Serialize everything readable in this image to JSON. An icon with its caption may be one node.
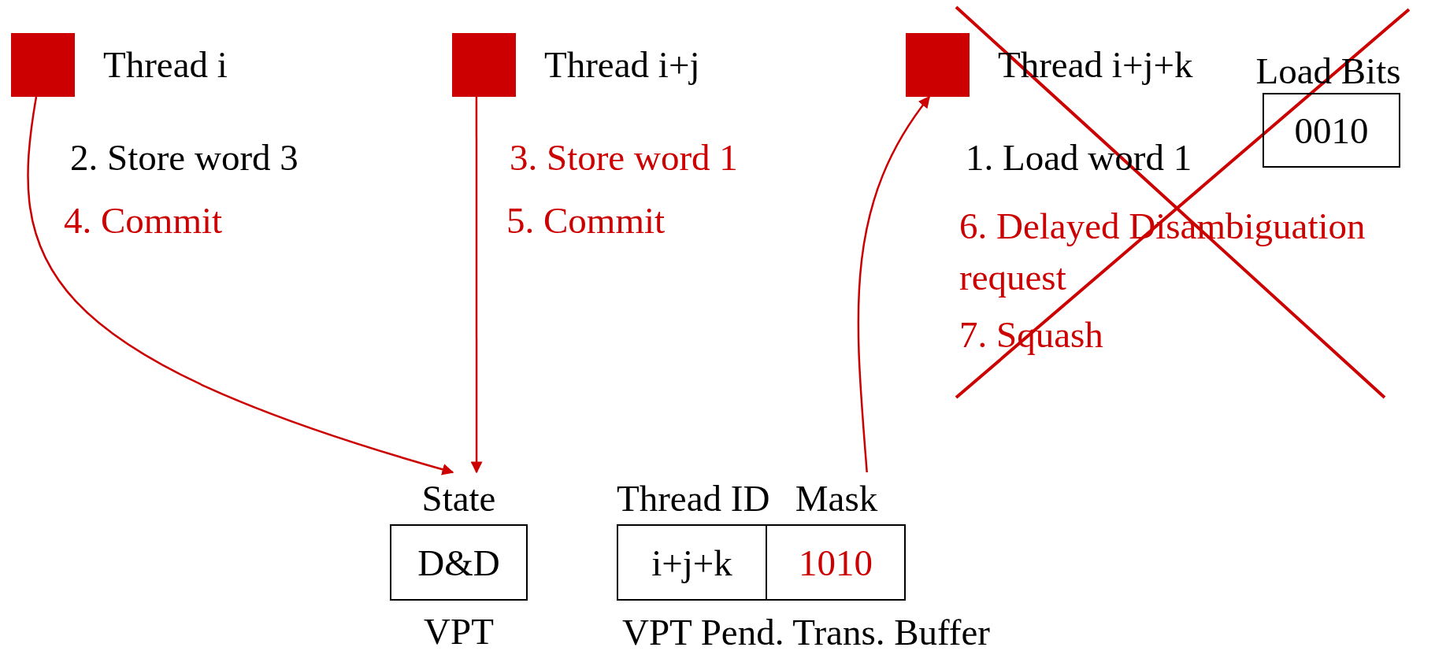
{
  "diagram": {
    "nodes": [
      {
        "text": [
          "Thread i"
        ]
      },
      {
        "text": [
          "Thread i+j"
        ]
      },
      {
        "text": [
          "Thread i+j+k"
        ]
      },
      {
        "text": [
          "State",
          "D&D"
        ],
        "beside": [
          "VPT"
        ]
      },
      {
        "text": [
          "Thread ID",
          "i+j+k"
        ]
      },
      {
        "text": [
          "Mask",
          "1010"
        ]
      },
      {
        "text": [
          "Load Bits",
          "0010"
        ]
      }
    ],
    "edges": [
      {
        "from": 0,
        "to": 3,
        "arrow": "to"
      },
      {
        "from": 1,
        "to": 3,
        "arrow": "to"
      },
      {
        "from": 5,
        "to": 2,
        "arrow": "to"
      }
    ],
    "labels": [
      "2. Store word 3",
      "4. Commit",
      "3. Store word 1",
      "5. Commit",
      "1. Load word 1",
      "6. Delayed Disambiguation request",
      "7. Squash",
      "VPT Pend. Trans. Buffer"
    ]
  }
}
